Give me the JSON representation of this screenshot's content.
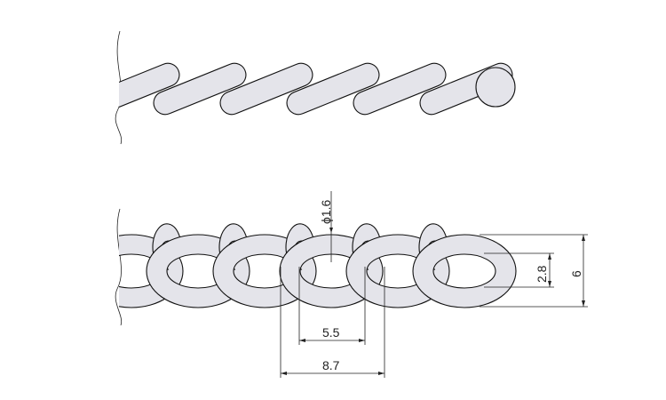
{
  "title": "Chain link technical drawing",
  "dimensions": {
    "wire_diameter": "ϕ1.6",
    "inner_width": "2.8",
    "outer_width": "6",
    "inner_pitch": "5.5",
    "outer_length": "8.7"
  },
  "colors": {
    "link_fill": "#e4e4ea",
    "line": "#111111"
  }
}
